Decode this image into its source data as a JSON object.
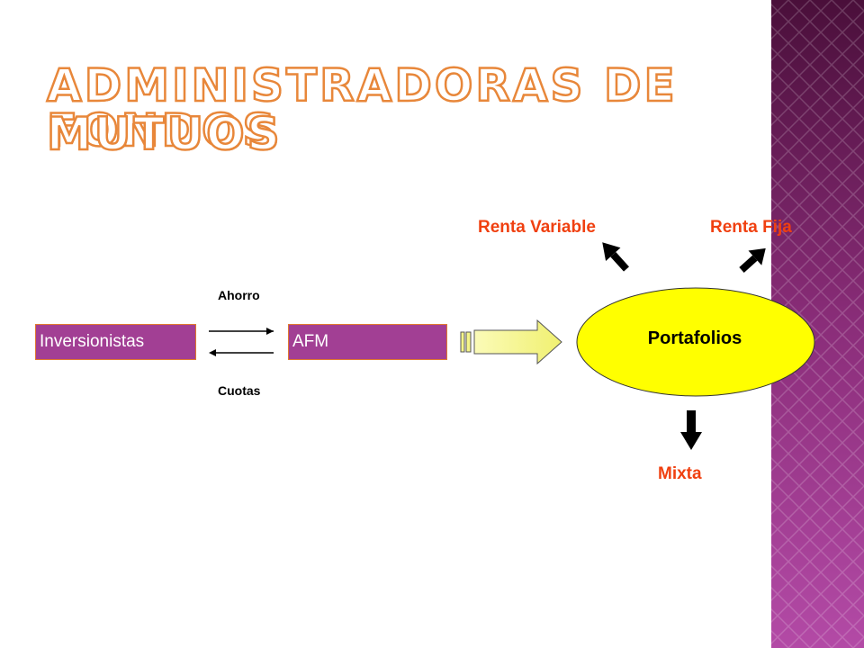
{
  "slide": {
    "title_line_1": "Administradoras de Fondos",
    "title_line_2": "Mutuos"
  },
  "diagram": {
    "investors_label": "Inversionistas",
    "afm_label": "AFM",
    "savings_label": "Ahorro",
    "shares_label": "Cuotas",
    "portfolios_label": "Portafolios",
    "categories": {
      "variable": "Renta Variable",
      "fixed": "Renta Fija",
      "mixed": "Mixta"
    }
  },
  "colors": {
    "box_fill": "#a23f94",
    "box_border": "#e07830",
    "block_arrow_fill": "#f5f58a",
    "ellipse_fill": "#ffff00",
    "category_text": "#f04010",
    "sidebar_dark": "#4a0f3a",
    "sidebar_light": "#b34aa6"
  }
}
